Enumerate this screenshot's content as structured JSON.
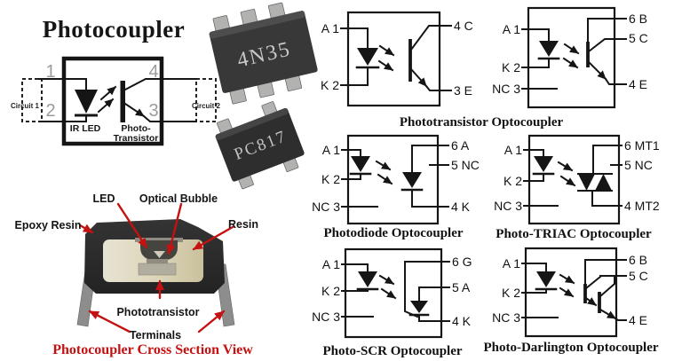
{
  "title": "Photocoupler",
  "main_diagram": {
    "pin_top_left": "1",
    "pin_bottom_left": "2",
    "pin_top_right": "4",
    "pin_bottom_right": "3",
    "circuit_left": "Circuit 1",
    "circuit_right": "Circuit 2",
    "emitter_label": "IR LED",
    "detector_label_line1": "Photo-",
    "detector_label_line2": "Transistor"
  },
  "chips": {
    "dip6": "4N35",
    "dip4": "PC817"
  },
  "schematics": [
    {
      "name": "phototransistor-4pin",
      "left_pins": [
        "A 1",
        "K 2"
      ],
      "right_pins": [
        "4 C",
        "3 E"
      ]
    },
    {
      "name": "phototransistor-6pin",
      "left_pins": [
        "A 1",
        "K 2",
        "NC 3"
      ],
      "right_pins": [
        "6 B",
        "5 C",
        "4 E"
      ]
    },
    {
      "name": "photodiode",
      "left_pins": [
        "A 1",
        "K 2",
        "NC 3"
      ],
      "right_pins": [
        "6 A",
        "5 NC",
        "4 K"
      ]
    },
    {
      "name": "photo-triac",
      "left_pins": [
        "A 1",
        "K 2",
        "NC 3"
      ],
      "right_pins": [
        "6 MT1",
        "5 NC",
        "4 MT2"
      ]
    },
    {
      "name": "photo-scr",
      "left_pins": [
        "A 1",
        "K 2",
        "NC 3"
      ],
      "right_pins": [
        "6 G",
        "5 A",
        "4 K"
      ]
    },
    {
      "name": "photo-darlington",
      "left_pins": [
        "A 1",
        "K 2",
        "NC 3"
      ],
      "right_pins": [
        "6 B",
        "5 C",
        "4 E"
      ]
    }
  ],
  "captions": {
    "phototransistor": "Phototransistor Optocoupler",
    "photodiode": "Photodiode Optocoupler",
    "photo_triac": "Photo-TRIAC Optocoupler",
    "photo_scr": "Photo-SCR Optocoupler",
    "photo_darlington": "Photo-Darlington Optocoupler"
  },
  "cross_section": {
    "label_led": "LED",
    "label_optical_bubble": "Optical Bubble",
    "label_epoxy_resin": "Epoxy Resin",
    "label_resin": "Resin",
    "label_phototransistor": "Phototransistor",
    "label_terminals": "Terminals",
    "caption": "Photocoupler Cross Section View"
  },
  "colors": {
    "ink": "#151515",
    "pin_number_gray": "#9c9c9c",
    "accent_red": "#c41111",
    "chip_body": "#353535",
    "chip_text": "#c8c8c8",
    "resin_cream": "#ded9c4"
  }
}
